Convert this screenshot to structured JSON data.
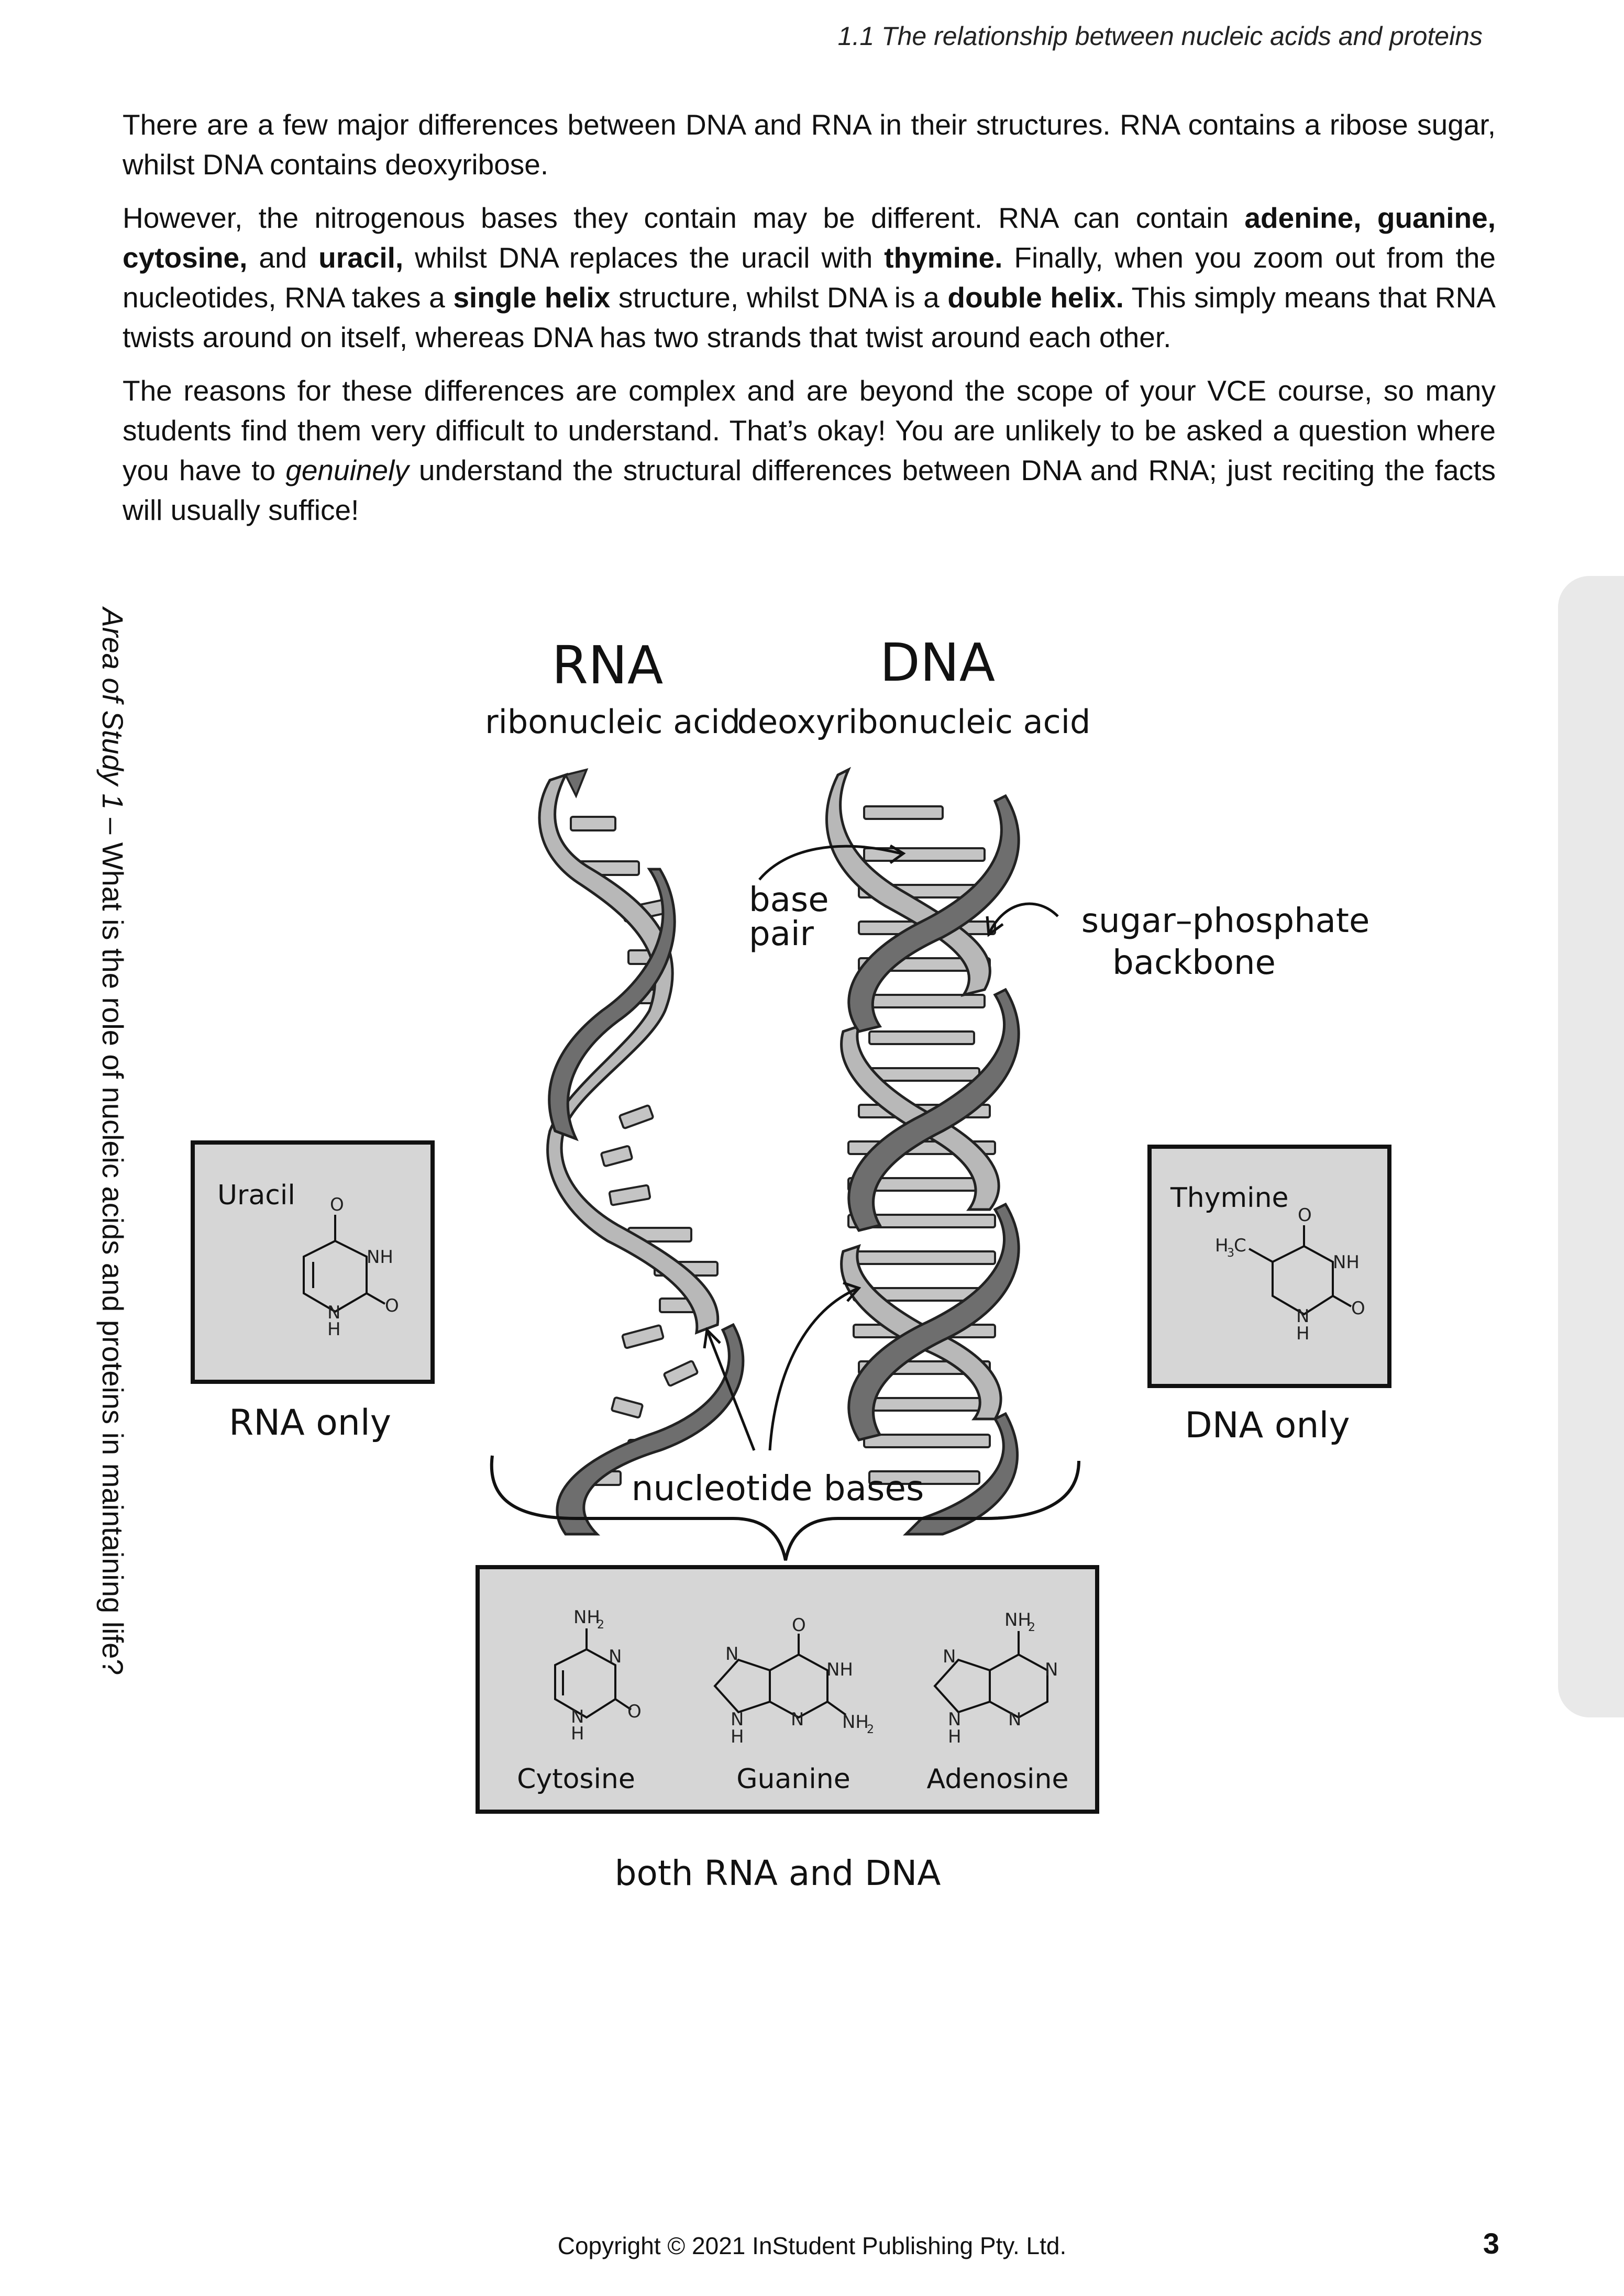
{
  "header": {
    "section": "1.1 The relationship between nucleic acids and proteins"
  },
  "paragraphs": {
    "p1": "There are a few major differences between DNA and RNA in their structures. RNA contains a ribose sugar, whilst DNA contains deoxyribose.",
    "p2_a": "However, the nitrogenous bases they contain may be different.  RNA can contain ",
    "p2_b1": "adenine, guanine, cytosine,",
    "p2_c": " and ",
    "p2_b2": "uracil,",
    "p2_d": " whilst DNA replaces the uracil with ",
    "p2_b3": "thymine.",
    "p2_e": "  Finally, when you zoom out from the nucleotides, RNA takes a ",
    "p2_b4": "single helix",
    "p2_f": " structure, whilst DNA is a ",
    "p2_b5": "double helix.",
    "p2_g": " This simply means that RNA twists around on itself, whereas DNA has two strands that twist around each other.",
    "p3_a": "The reasons for these differences are complex and are beyond the scope of your VCE course, so many students find them very difficult to understand. That’s okay! You are unlikely to be asked a question where you have to ",
    "p3_i": "genuinely",
    "p3_b": " understand the structural differences between DNA and RNA; just reciting the facts will usually suffice!"
  },
  "side_tab": {
    "italic": "Area of Study 1",
    "rest": " – What is the role of nucleic acids and proteins in maintaining life?"
  },
  "diagram": {
    "rna_title": "RNA",
    "rna_sub": "ribonucleic acid",
    "dna_title": "DNA",
    "dna_sub": "deoxyribonucleic acid",
    "base_pair_1": "base",
    "base_pair_2": "pair",
    "backbone_1": "sugar–phosphate",
    "backbone_2": "backbone",
    "nucleotide_bases": "nucleotide bases",
    "uracil": "Uracil",
    "rna_only": "RNA only",
    "thymine": "Thymine",
    "dna_only": "DNA only",
    "cytosine": "Cytosine",
    "guanine": "Guanine",
    "adenosine": "Adenosine",
    "both": "both RNA and DNA",
    "atoms": {
      "O": "O",
      "NH": "NH",
      "N": "N",
      "H": "H",
      "NH2": "NH",
      "sub2": "2",
      "H3C": "H",
      "sub3": "3",
      "C": "C"
    }
  },
  "colors": {
    "strand_dark": "#6e6e6e",
    "strand_light": "#b8b8b8",
    "box_fill": "#d6d6d6",
    "tab": "#e9e9e9"
  },
  "footer": {
    "copyright": "Copyright © 2021 InStudent Publishing Pty. Ltd.",
    "page_number": "3"
  }
}
